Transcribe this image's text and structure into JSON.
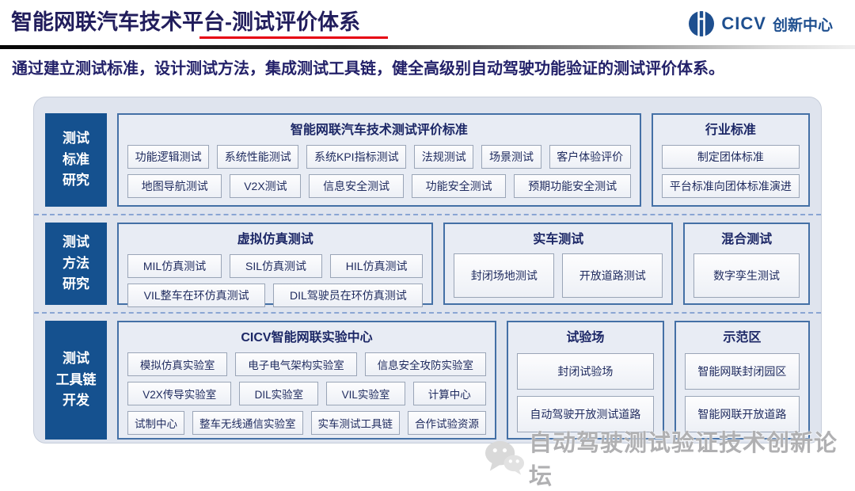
{
  "header": {
    "title": "智能网联汽车技术平台-测试评价体系",
    "logo": {
      "name": "CICV",
      "suffix": "创新中心",
      "icon": "cicv-circle-logo",
      "brand_color": "#1e4f8f"
    },
    "accent_color": "#e60012",
    "title_color": "#211d5c"
  },
  "intro": "通过建立测试标准，设计测试方法，集成测试工具链，健全高级别自动驾驶功能验证的测试评价体系。",
  "colors": {
    "panel_bg": "#dfe4ee",
    "row_label_bg": "#15518f",
    "box_border": "#4470a6",
    "item_text": "#1e2a5e",
    "dashed_divider": "#8aa5d3"
  },
  "rows": [
    {
      "label_lines": [
        "测试",
        "标准",
        "研究"
      ],
      "boxes": [
        {
          "title": "智能网联汽车技术测试评价标准",
          "item_rows": [
            [
              "功能逻辑测试",
              "系统性能测试",
              "系统KPI指标测试",
              "法规测试",
              "场景测试",
              "客户体验评价"
            ],
            [
              "地图导航测试",
              "V2X测试",
              "信息安全测试",
              "功能安全测试",
              "预期功能安全测试"
            ]
          ]
        },
        {
          "title": "行业标准",
          "item_rows": [
            [
              "制定团体标准"
            ],
            [
              "平台标准向团体标准演进"
            ]
          ]
        }
      ]
    },
    {
      "label_lines": [
        "测试",
        "方法",
        "研究"
      ],
      "boxes": [
        {
          "title": "虚拟仿真测试",
          "item_rows": [
            [
              "MIL仿真测试",
              "SIL仿真测试",
              "HIL仿真测试"
            ],
            [
              "VIL整车在环仿真测试",
              "DIL驾驶员在环仿真测试"
            ]
          ]
        },
        {
          "title": "实车测试",
          "item_rows": [
            [
              "封闭场地测试",
              "开放道路测试"
            ]
          ]
        },
        {
          "title": "混合测试",
          "item_rows": [
            [
              "数字孪生测试"
            ]
          ]
        }
      ]
    },
    {
      "label_lines": [
        "测试",
        "工具链",
        "开发"
      ],
      "boxes": [
        {
          "title": "CICV智能网联实验中心",
          "item_rows": [
            [
              "模拟仿真实验室",
              "电子电气架构实验室",
              "信息安全攻防实验室"
            ],
            [
              "V2X传导实验室",
              "DIL实验室",
              "VIL实验室",
              "计算中心"
            ],
            [
              "试制中心",
              "整车无线通信实验室",
              "实车测试工具链",
              "合作试验资源"
            ]
          ]
        },
        {
          "title": "试验场",
          "item_rows": [
            [
              "封闭试验场"
            ],
            [
              "自动驾驶开放测试道路"
            ]
          ]
        },
        {
          "title": "示范区",
          "item_rows": [
            [
              "智能网联封闭园区"
            ],
            [
              "智能网联开放道路"
            ]
          ]
        }
      ]
    }
  ],
  "watermark": {
    "text": "自动驾驶测试验证技术创新论坛",
    "icon": "wechat-icon"
  }
}
